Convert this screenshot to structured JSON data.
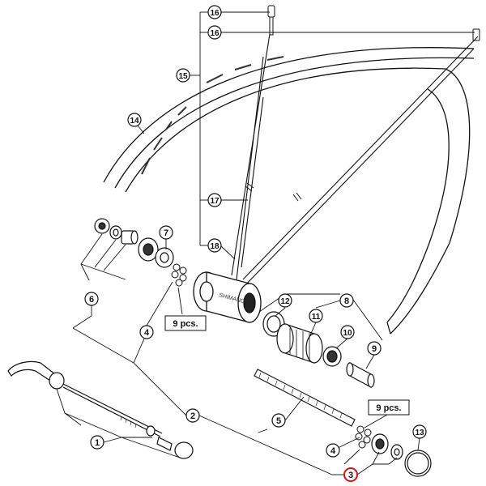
{
  "diagram": {
    "callouts": [
      "1",
      "2",
      "3",
      "4",
      "4",
      "5",
      "6",
      "7",
      "8",
      "9",
      "10",
      "11",
      "12",
      "13",
      "14",
      "15",
      "16",
      "16",
      "17",
      "18"
    ],
    "quantity_notes": [
      "9 pcs.",
      "9 pcs."
    ],
    "hub_brand": "SHIMANO",
    "highlight_color": "#d01818",
    "line_color": "#111111"
  }
}
